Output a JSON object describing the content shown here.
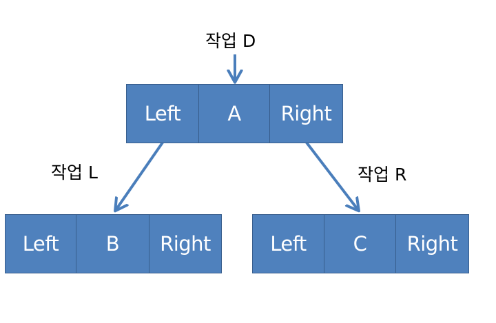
{
  "nodes": {
    "root": {
      "left": "Left",
      "value": "A",
      "right": "Right"
    },
    "left_child": {
      "left": "Left",
      "value": "B",
      "right": "Right"
    },
    "right_child": {
      "left": "Left",
      "value": "C",
      "right": "Right"
    }
  },
  "operations": {
    "d": "작업 D",
    "l": "작업 L",
    "r": "작업 R"
  },
  "colors": {
    "node_fill": "#4f81bd",
    "node_border": "#375d8c",
    "arrow": "#4a7ebb",
    "label_text": "#000000",
    "node_text": "#ffffff"
  }
}
